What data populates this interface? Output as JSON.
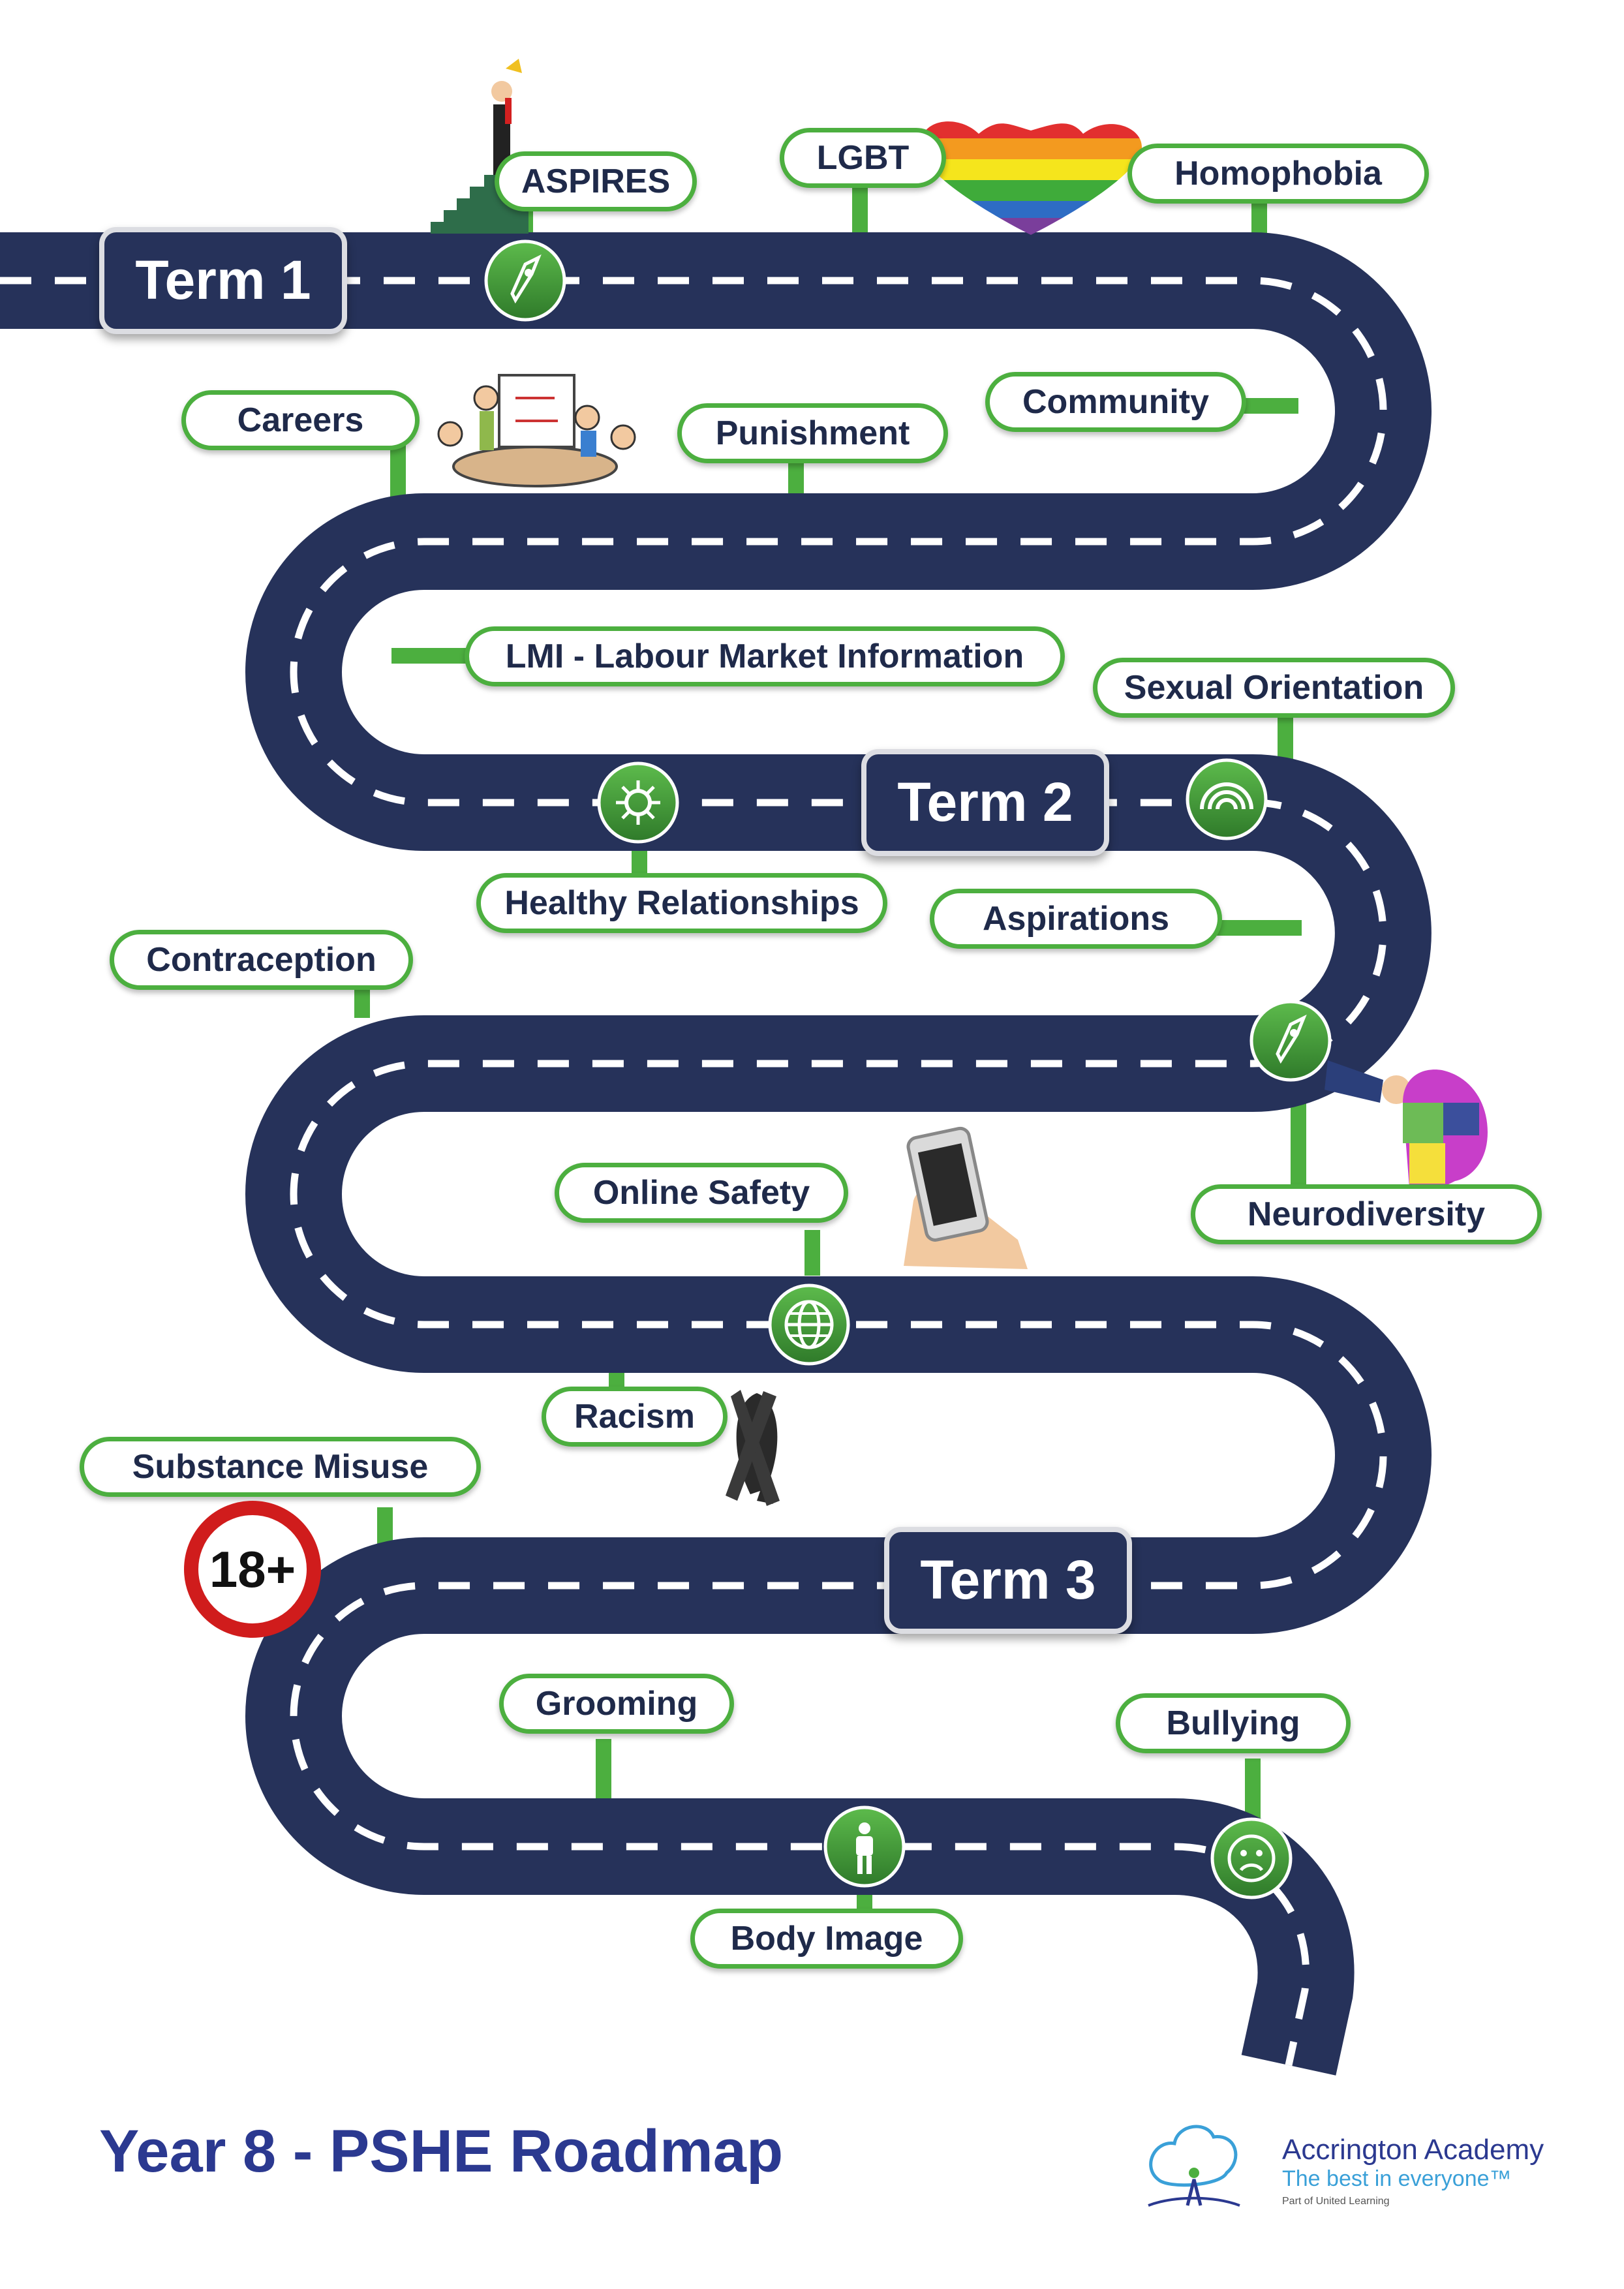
{
  "title": "Year 8 - PSHE Roadmap",
  "terms": [
    "Term 1",
    "Term 2",
    "Term 3"
  ],
  "topics": {
    "aspires": "ASPIRES",
    "lgbt": "LGBT",
    "homophobia": "Homophobia",
    "careers": "Careers",
    "punishment": "Punishment",
    "community": "Community",
    "lmi": "LMI - Labour Market Information",
    "sexual_orientation": "Sexual Orientation",
    "healthy_relationships": "Healthy Relationships",
    "aspirations": "Aspirations",
    "contraception": "Contraception",
    "neurodiversity": "Neurodiversity",
    "online_safety": "Online Safety",
    "racism": "Racism",
    "substance_misuse": "Substance Misuse",
    "grooming": "Grooming",
    "bullying": "Bullying",
    "body_image": "Body Image"
  },
  "age_sign": "18+",
  "logo": {
    "name": "Accrington Academy",
    "tagline": "The best in everyone™",
    "small": "Part of United Learning"
  },
  "colors": {
    "road": "#26325a",
    "accent_green": "#4caf3f",
    "title_blue": "#2b3990",
    "sign_red": "#d01c1c"
  },
  "icons": [
    "rocket-icon",
    "virus-icon",
    "rainbow-icon",
    "globe-icon",
    "sad-face-icon",
    "person-icon"
  ]
}
